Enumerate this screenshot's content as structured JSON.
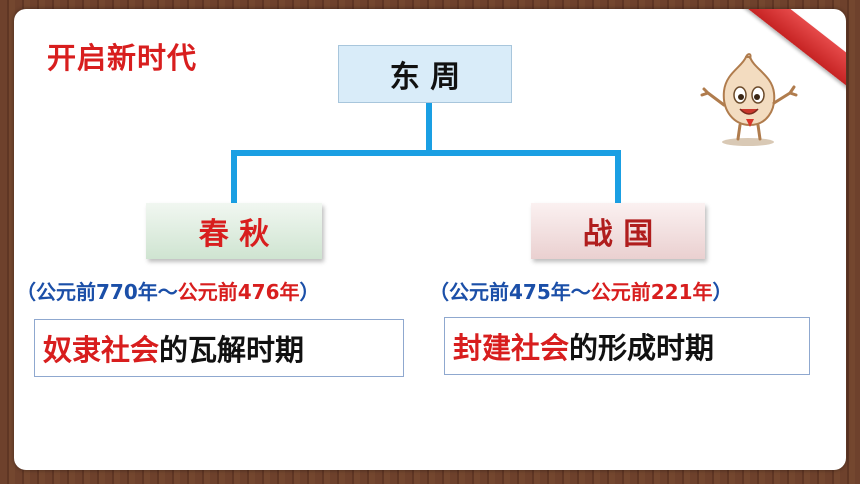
{
  "title": "开启新时代",
  "root": {
    "label": "东  周"
  },
  "branches": [
    {
      "label": "春  秋",
      "date_open": "（",
      "date_start": "公元前770年",
      "date_sep": "～",
      "date_end": "公元前476年",
      "date_close": "）",
      "desc_highlight": "奴隶社会",
      "desc_rest": "的瓦解时期"
    },
    {
      "label": "战  国",
      "date_open": "（",
      "date_start": "公元前475年",
      "date_sep": "～",
      "date_end": "公元前221年",
      "date_close": "）",
      "desc_highlight": "封建社会",
      "desc_rest": "的形成时期"
    }
  ],
  "colors": {
    "accent_red": "#d81e1e",
    "date_blue": "#1b4fa8",
    "connector_blue": "#1a9fe3",
    "root_fill": "#d9ecf9"
  }
}
